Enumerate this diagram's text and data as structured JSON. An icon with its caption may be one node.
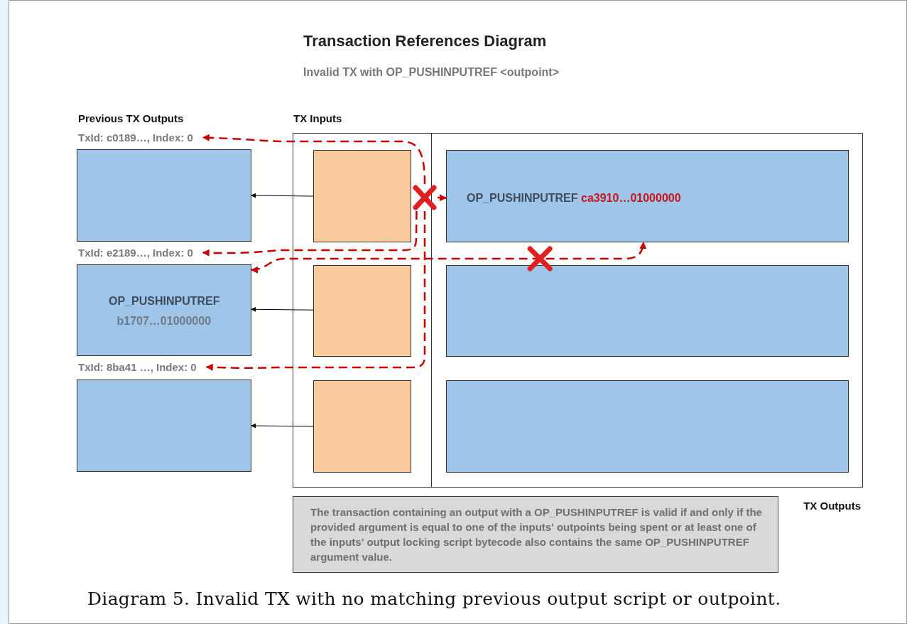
{
  "diagram": {
    "title": "Transaction References Diagram",
    "caption": "Diagram 5. Invalid TX with no matching previous output script or outpoint.",
    "nodes": [
      {
        "text": [
          "TxId: c0189…, Index: 0"
        ]
      },
      {
        "text": [],
        "shape": "box"
      },
      {
        "text": [
          "TxId: e2189…, Index: 0"
        ]
      },
      {
        "text": [
          "OP_PUSHINPUTREF",
          "b1707…01000000"
        ]
      },
      {
        "text": [
          "TxId: 8ba41 …, Index: 0"
        ]
      },
      {
        "text": [],
        "shape": "box"
      },
      {
        "text": [
          "TX Inputs"
        ]
      },
      {
        "text": [],
        "shape": "box",
        "in": 6
      },
      {
        "text": [],
        "shape": "box",
        "in": 6
      },
      {
        "text": [],
        "shape": "box",
        "in": 6
      },
      {
        "text": [
          "TX Outputs"
        ]
      },
      {
        "text": [
          "OP_PUSHINPUTREF",
          "ca3910…01000000"
        ],
        "in": 10
      },
      {
        "text": [],
        "shape": "box",
        "in": 10
      },
      {
        "text": [],
        "shape": "box",
        "in": 10
      },
      {
        "text": [],
        "shape": "cross"
      },
      {
        "text": [
          "The transaction containing an output with a OP_PUSHINPUTREF is valid if and only if the provided argument is equal to one of the inputs' outpoints being spent or at least one of the inputs' output locking script bytecode also contains the same OP_PUSHINPUTREF argument value."
        ]
      }
    ],
    "edges": [
      {
        "from": 7,
        "to": 1,
        "arrow": "to",
        "color": "#000000"
      },
      {
        "from": 8,
        "to": 3,
        "arrow": "to",
        "color": "#000000"
      },
      {
        "from": 9,
        "to": 5,
        "arrow": "to",
        "color": "#000000"
      },
      {
        "from": 14,
        "to": 0,
        "arrow": "to",
        "style": "dashed",
        "color": "#cc0000"
      },
      {
        "from": 14,
        "to": 2,
        "arrow": "to",
        "style": "dashed",
        "color": "#cc0000"
      },
      {
        "from": 14,
        "to": 4,
        "arrow": "to",
        "style": "dashed",
        "color": "#cc0000"
      },
      {
        "from": 14,
        "to": 11,
        "arrow": "to",
        "style": "dashed",
        "color": "#cc0000"
      },
      {
        "from": 3,
        "to": 11,
        "arrow": "both",
        "style": "dashed",
        "color": "#cc0000"
      }
    ],
    "labels": [
      "Invalid TX with OP_PUSHINPUTREF <outpoint>",
      "Previous TX Outputs"
    ]
  }
}
